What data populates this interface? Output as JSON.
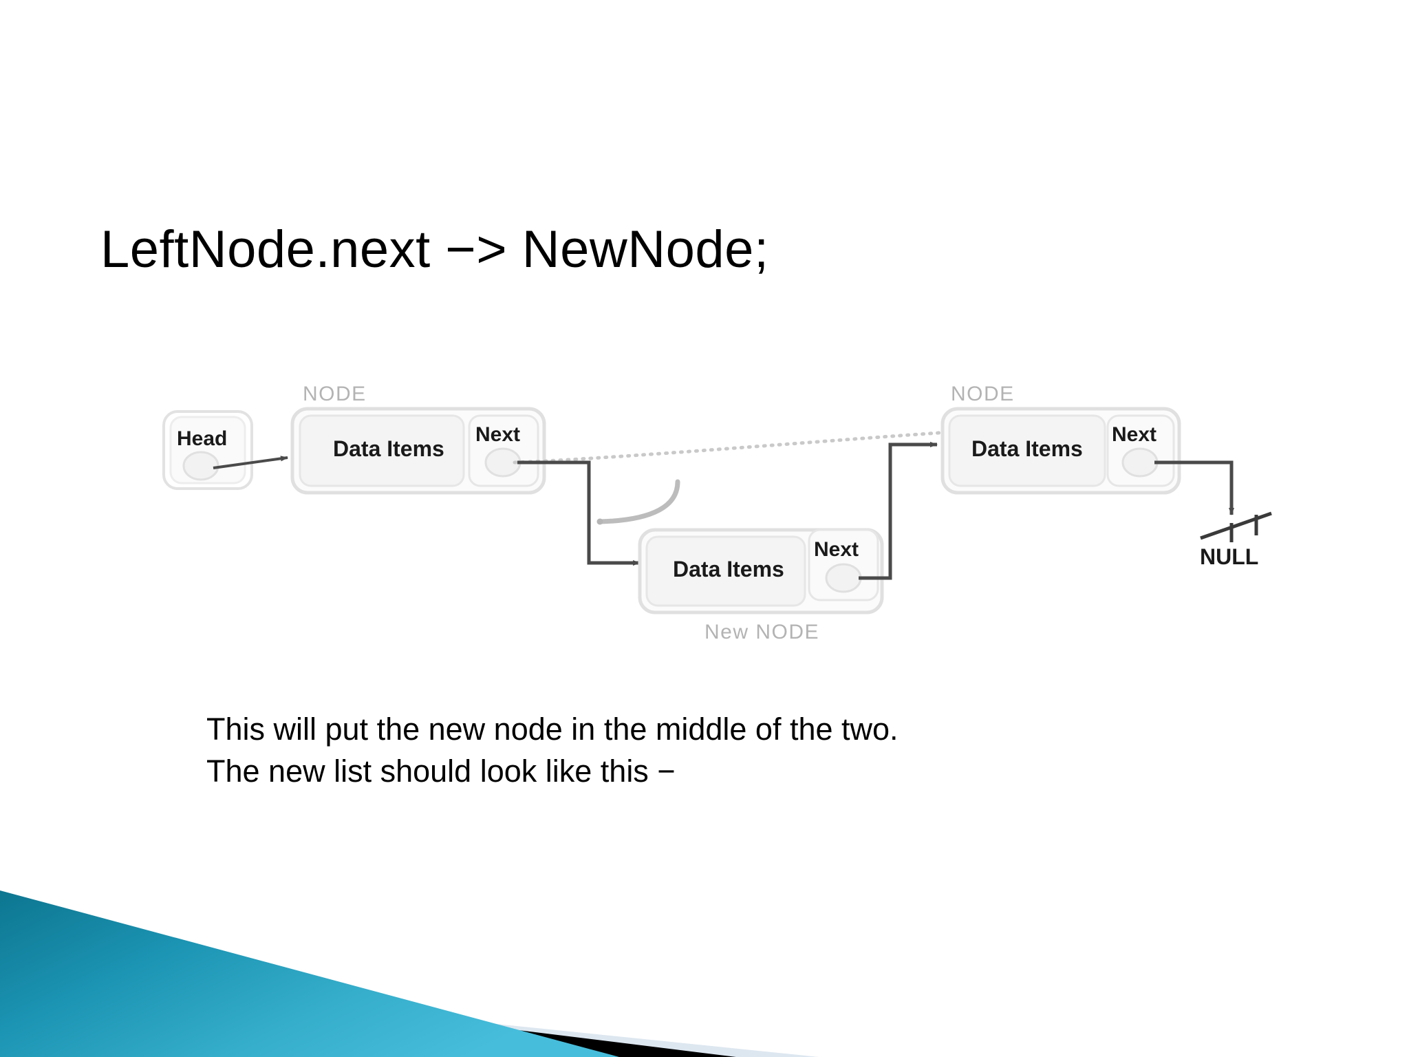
{
  "slide": {
    "title": "LeftNode.next −> NewNode;",
    "background_color": "#ffffff",
    "text_color": "#000000"
  },
  "body": {
    "line1": "This will put the new node in the middle of the two.",
    "line2": "The new list should look like this −"
  },
  "diagram": {
    "type": "linked-list-insertion",
    "node_fill": "#f4f4f4",
    "node_stroke": "#d5d5d5",
    "label_color": "#b0b0b0",
    "connector_color": "#4a4a4a",
    "faded_connector_color": "#cccccc",
    "head": {
      "label": "Head",
      "pointer": "circle"
    },
    "node_left": {
      "caption": "NODE",
      "data_label": "Data Items",
      "next_label": "Next"
    },
    "node_new": {
      "caption": "New NODE",
      "data_label": "Data Items",
      "next_label": "Next"
    },
    "node_right": {
      "caption": "NODE",
      "data_label": "Data Items",
      "next_label": "Next"
    },
    "terminator": {
      "label": "NULL"
    },
    "connectors": [
      {
        "name": "head-to-left-node",
        "style": "solid"
      },
      {
        "name": "left-next-to-right-node",
        "style": "dotted-faded"
      },
      {
        "name": "left-next-to-new-node",
        "style": "solid"
      },
      {
        "name": "new-next-to-right-node",
        "style": "solid"
      },
      {
        "name": "right-next-to-null",
        "style": "solid"
      },
      {
        "name": "redirect-curve",
        "style": "curved-faded"
      }
    ]
  },
  "decoration": {
    "teal_start": "#0f7d99",
    "teal_end": "#3bb6d4",
    "black": "#000000",
    "pale_blue": "#dde7f0"
  }
}
